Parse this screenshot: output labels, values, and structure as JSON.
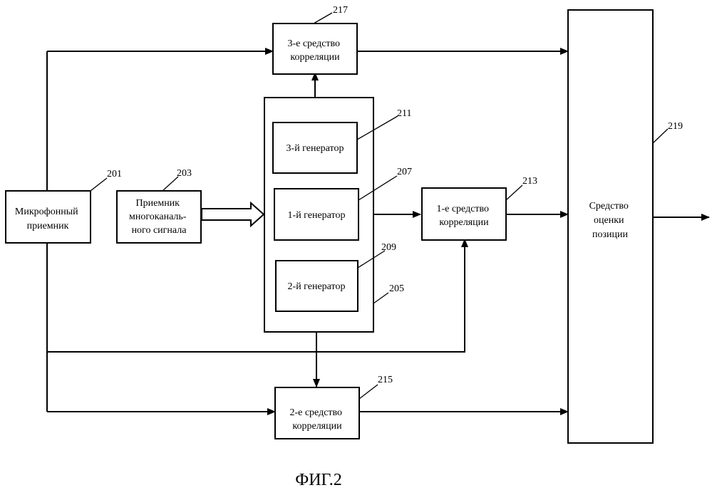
{
  "blocks": {
    "mic": {
      "lines": [
        "Микрофонный",
        "приемник"
      ],
      "ref": "201"
    },
    "receiver": {
      "lines": [
        "Приемник",
        "многоканаль-",
        "ного сигнала"
      ],
      "ref": "203"
    },
    "gen_group": {
      "ref": "205"
    },
    "gen1": {
      "lines": [
        "1-й генератор"
      ],
      "ref": "207"
    },
    "gen2": {
      "lines": [
        "2-й генератор"
      ],
      "ref": "209"
    },
    "gen3": {
      "lines": [
        "3-й генератор"
      ],
      "ref": "211"
    },
    "corr1": {
      "lines": [
        "1-е средство",
        "корреляции"
      ],
      "ref": "213"
    },
    "corr2": {
      "lines": [
        "2-е средство",
        "корреляции"
      ],
      "ref": "215"
    },
    "corr3": {
      "lines": [
        "3-е средство",
        "корреляции"
      ],
      "ref": "217"
    },
    "pos": {
      "lines": [
        "Средство",
        "оценки",
        "позиции"
      ],
      "ref": "219"
    }
  },
  "caption": "ФИГ.2"
}
